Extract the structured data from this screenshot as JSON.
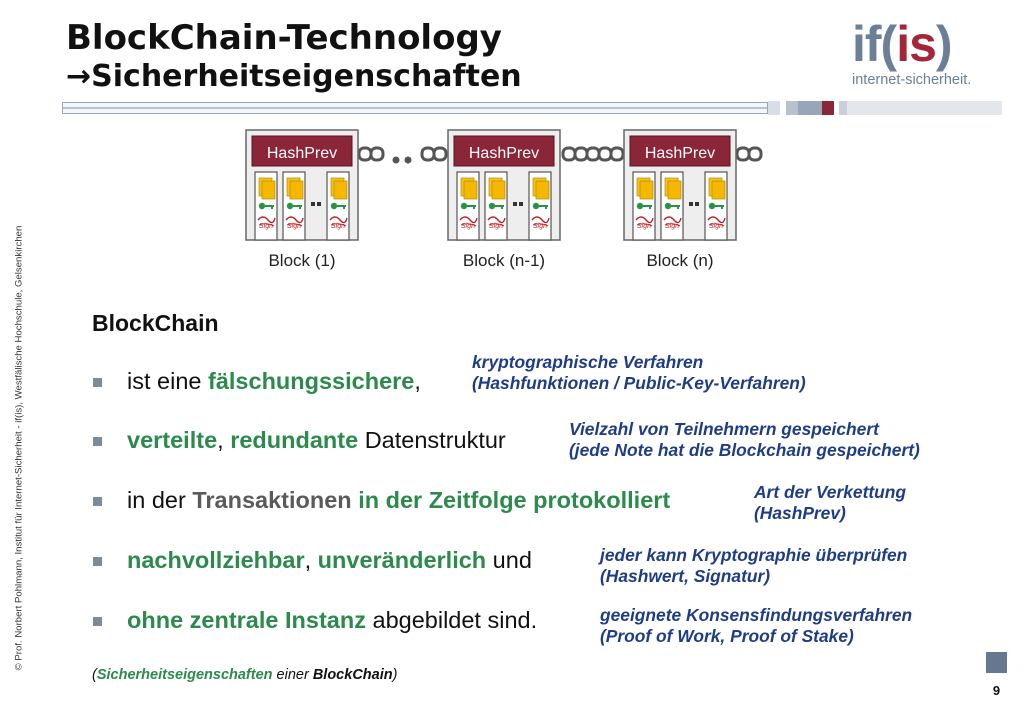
{
  "title": {
    "line1": "BlockChain-Technology",
    "arrow": "→",
    "line2": "Sicherheitseigenschaften"
  },
  "logo": {
    "prefix": "if(",
    "is": "is",
    "suffix": ")",
    "sub": "internet-sicherheit."
  },
  "vertical_text": "© Prof.  Norbert Pohlmann, Institut für Internet-Sicherheit - if(is), Westfälische Hochschule, Gelsenkirchen",
  "diagram": {
    "header_label": "HashPrev",
    "sign_label": "Sign",
    "dots": "••",
    "blocks": [
      "Block (1)",
      "Block (n-1)",
      "Block (n)"
    ]
  },
  "heading": "BlockChain",
  "bullets": [
    {
      "t1": "ist eine ",
      "g1": "fälschungssichere",
      "t2": ","
    },
    {
      "g1": "verteilte",
      "t1": ", ",
      "g2": "redundante",
      "t2": " Datenstruktur"
    },
    {
      "t1": "in der ",
      "gr1": "Transaktionen",
      "t2": " ",
      "g1": "in der Zeitfolge protokolliert"
    },
    {
      "g1": "nachvollziehbar",
      "t1": ", ",
      "g2": "unveränderlich",
      "t2": " und"
    },
    {
      "g1": "ohne zentrale Instanz",
      "t1": " abgebildet sind."
    }
  ],
  "annotations": [
    {
      "l1": "kryptographische Verfahren",
      "l2": "(Hashfunktionen / Public-Key-Verfahren)"
    },
    {
      "l1": "Vielzahl von Teilnehmern gespeichert",
      "l2": "(jede Note hat die Blockchain gespeichert)"
    },
    {
      "l1": "Art der Verkettung",
      "l2": "(HashPrev)"
    },
    {
      "l1": "jeder kann Kryptographie überprüfen",
      "l2": "(Hashwert, Signatur)"
    },
    {
      "l1": "geeignete Konsensfindungsverfahren",
      "l2": "(Proof of Work, Proof of Stake)"
    }
  ],
  "footnote": {
    "open": "(",
    "g": "Sicherheitseigenschaften",
    "mid": " einer ",
    "b": "BlockChain",
    "close": ")"
  },
  "page_number": "9",
  "colors": {
    "accent_green": "#2c8a4c",
    "annotation_blue": "#1f3d86",
    "hashprev_red": "#8b2538",
    "logo_gray_blue": "#6b7f99",
    "logo_red": "#a3263a"
  }
}
